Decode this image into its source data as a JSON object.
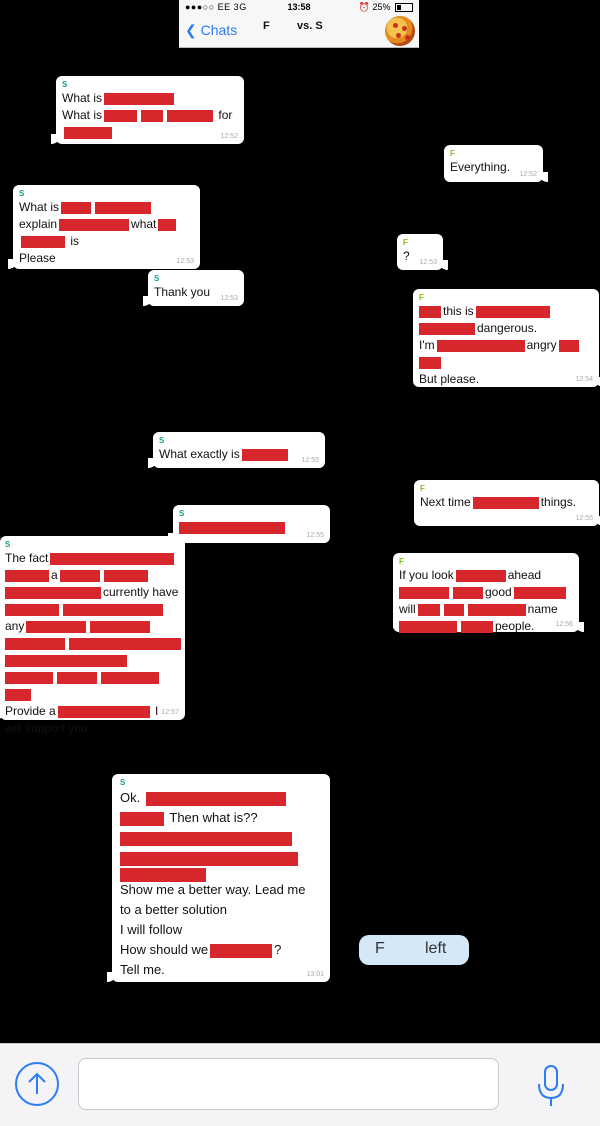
{
  "status": {
    "carrier": "●●●○○ EE  3G",
    "time": "13:58",
    "battery": "25%",
    "battery_level": 0.25
  },
  "nav": {
    "back_label": "Chats",
    "title_left": "F",
    "title": "vs. S"
  },
  "messages": {
    "m1": {
      "sender": "S",
      "l1": "What is",
      "l2a": "What is",
      "l2b": "for",
      "ts": "12:52"
    },
    "m2": {
      "sender": "F",
      "l1": "Everything.",
      "ts": "12:52"
    },
    "m3": {
      "sender": "S",
      "l1": "What is",
      "l2a": "explain",
      "l2b": "what",
      "l3": "is",
      "l4": "Please",
      "ts": "12:53"
    },
    "m4": {
      "sender": "F",
      "l1": "?",
      "ts": "12:53"
    },
    "m5": {
      "sender": "S",
      "l1": "Thank you",
      "ts": "12:53"
    },
    "m6": {
      "sender": "F",
      "l1": "this is",
      "l2": "dangerous.",
      "l3a": "I'm",
      "l3b": "angry",
      "l5": "But please.",
      "ts": "12:54"
    },
    "m7": {
      "sender": "S",
      "l1": "What exactly is",
      "ts": "12:55"
    },
    "m8": {
      "sender": "F",
      "l1a": "Next time",
      "l1b": "things.",
      "ts": "12:55"
    },
    "m9": {
      "sender": "S",
      "ts": "12:55"
    },
    "m10": {
      "sender": "S",
      "l1": "The fact",
      "l2": "a",
      "l3": "currently have",
      "l5": "any",
      "l9a": "Provide a",
      "l9b": "I",
      "l10": "will support you",
      "ts": "12:57"
    },
    "m11": {
      "sender": "F",
      "l1a": "If you look",
      "l1b": "ahead",
      "l2": "good",
      "l3a": "will",
      "l3b": "name",
      "l4": "people.",
      "ts": "12:56"
    },
    "m12": {
      "sender": "S",
      "l1": "Ok.",
      "l2": "Then what is??",
      "l5": "Show me a better way. Lead me",
      "l6": "to a better solution",
      "l7": "I will follow",
      "l8a": "How should we",
      "l8b": "?",
      "l9": "Tell me.",
      "ts": "13:01"
    }
  },
  "left_notice": {
    "name": "F",
    "text": "left"
  },
  "icons": {
    "send": "arrow-up-icon",
    "mic": "microphone-icon"
  },
  "colors": {
    "accent": "#2b7cf5",
    "redaction": "#d7262c",
    "sender_s": "#1a9a8a",
    "sender_f": "#7bbf1a"
  }
}
